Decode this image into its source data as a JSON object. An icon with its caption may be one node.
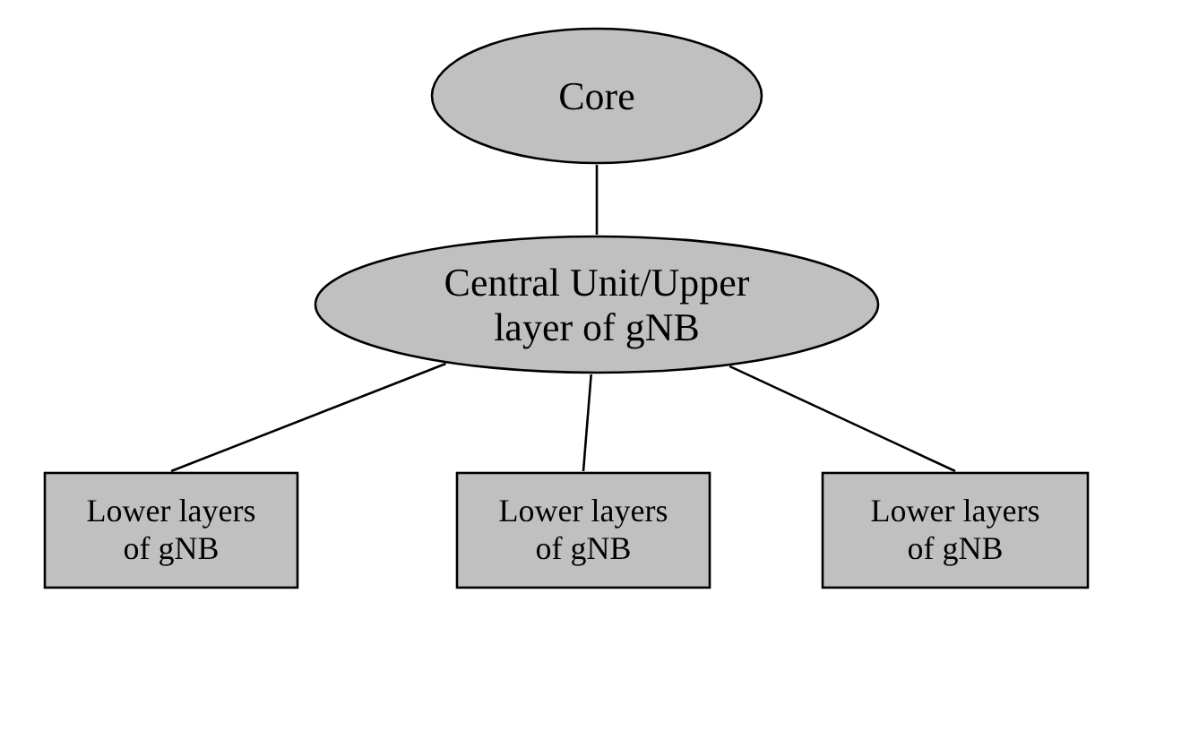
{
  "diagram": {
    "nodes": [
      {
        "text": [
          "Core"
        ]
      },
      {
        "text": [
          "Central Unit/Upper layer of gNB"
        ]
      },
      {
        "text": [
          "Lower layers of gNB"
        ]
      },
      {
        "text": [
          "Lower layers of gNB"
        ]
      },
      {
        "text": [
          "Lower layers of gNB"
        ]
      }
    ],
    "edges": [
      {
        "from": 0,
        "to": 1,
        "arrow": "none"
      },
      {
        "from": 1,
        "to": 2,
        "arrow": "none"
      },
      {
        "from": 1,
        "to": 3,
        "arrow": "none"
      },
      {
        "from": 1,
        "to": 4,
        "arrow": "none"
      }
    ]
  }
}
